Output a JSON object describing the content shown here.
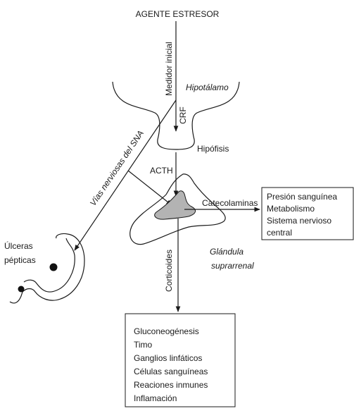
{
  "diagram": {
    "stressor": "AGENTE ESTRESOR",
    "initial_mediator": "Medidor inicial",
    "hypothalamus": "Hipotálamo",
    "crf": "CRF",
    "pituitary": "Hipófisis",
    "acth": "ACTH",
    "sna_pathways": "Vías nerviosas del SNA",
    "catecholamines": "Catecolaminas",
    "catecholamine_effects": [
      "Presión sanguínea",
      "Metabolismo",
      "Sistema nervioso",
      "central"
    ],
    "adrenal_gland": [
      "Glándula",
      "suprarrenal"
    ],
    "corticoids": "Corticoides",
    "ulcers": [
      "Úlceras",
      "pépticas"
    ],
    "corticoid_effects": [
      "Gluconeogénesis",
      "Timo",
      "Ganglios linfáticos",
      "Células sanguíneas",
      "Reaciones inmunes",
      "Inflamación"
    ],
    "colors": {
      "line": "#1a1a1a",
      "adrenal_medulla": "#b3b3b3",
      "background": "#ffffff"
    }
  }
}
